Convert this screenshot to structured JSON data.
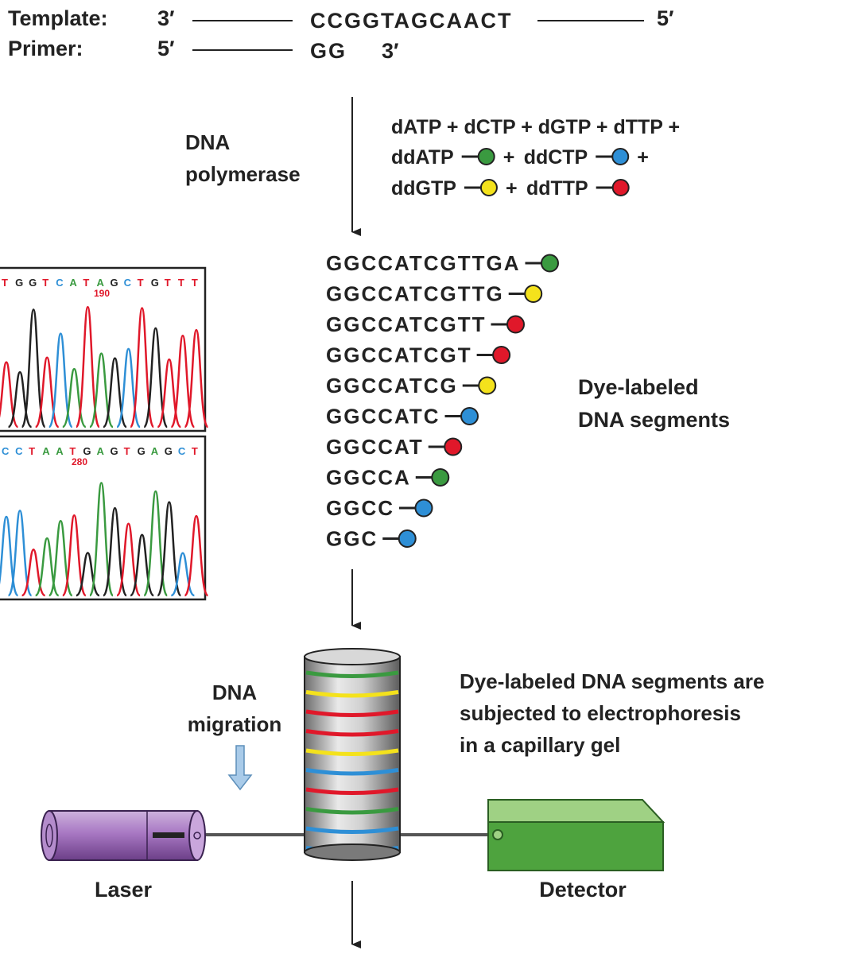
{
  "template": {
    "label": "Template:",
    "end_left": "3′",
    "sequence": "CCGGTAGCAACT",
    "end_right": "5′"
  },
  "primer": {
    "label": "Primer:",
    "end_left": "5′",
    "sequence": "GG",
    "end_right": "3′"
  },
  "polymerase": {
    "line1": "DNA",
    "line2": "polymerase"
  },
  "reagents": {
    "line1": "dATP + dCTP + dGTP + dTTP +",
    "items": [
      {
        "text": "ddATP",
        "dye": "green",
        "after": "+"
      },
      {
        "text": "ddCTP",
        "dye": "blue",
        "after": "+"
      },
      {
        "text": "ddGTP",
        "dye": "yellow",
        "after": "+"
      },
      {
        "text": "ddTTP",
        "dye": "red",
        "after": ""
      }
    ]
  },
  "dyes": {
    "green": "#3a9a40",
    "blue": "#2e8fd6",
    "yellow": "#f4e21c",
    "red": "#e0182a"
  },
  "fragments": [
    {
      "seq": "GGCCATCGTTGA",
      "dye": "green"
    },
    {
      "seq": "GGCCATCGTTG",
      "dye": "yellow"
    },
    {
      "seq": "GGCCATCGTT",
      "dye": "red"
    },
    {
      "seq": "GGCCATCGT",
      "dye": "red"
    },
    {
      "seq": "GGCCATCG",
      "dye": "yellow"
    },
    {
      "seq": "GGCCATC",
      "dye": "blue"
    },
    {
      "seq": "GGCCAT",
      "dye": "red"
    },
    {
      "seq": "GGCCA",
      "dye": "green"
    },
    {
      "seq": "GGCC",
      "dye": "blue"
    },
    {
      "seq": "GGC",
      "dye": "blue"
    }
  ],
  "dye_labeled": {
    "line1": "Dye-labeled",
    "line2": "DNA segments"
  },
  "electrophoresis": {
    "line1": "Dye-labeled DNA segments are",
    "line2": "subjected to electrophoresis",
    "line3": "in a capillary gel"
  },
  "migration": {
    "line1": "DNA",
    "line2": "migration"
  },
  "laser_label": "Laser",
  "detector_label": "Detector",
  "chromatograms": [
    {
      "bases": "TGGTCATAGCTGTTT",
      "position": "190"
    },
    {
      "bases": "CCTAATGAGTGAGCT",
      "position": "280"
    }
  ],
  "base_colors": {
    "A": "#3a9a40",
    "C": "#2e8fd6",
    "G": "#222222",
    "T": "#e0182a"
  },
  "capillary_bands": [
    "green",
    "yellow",
    "red",
    "red",
    "yellow",
    "blue",
    "red",
    "green",
    "blue",
    "blue"
  ]
}
